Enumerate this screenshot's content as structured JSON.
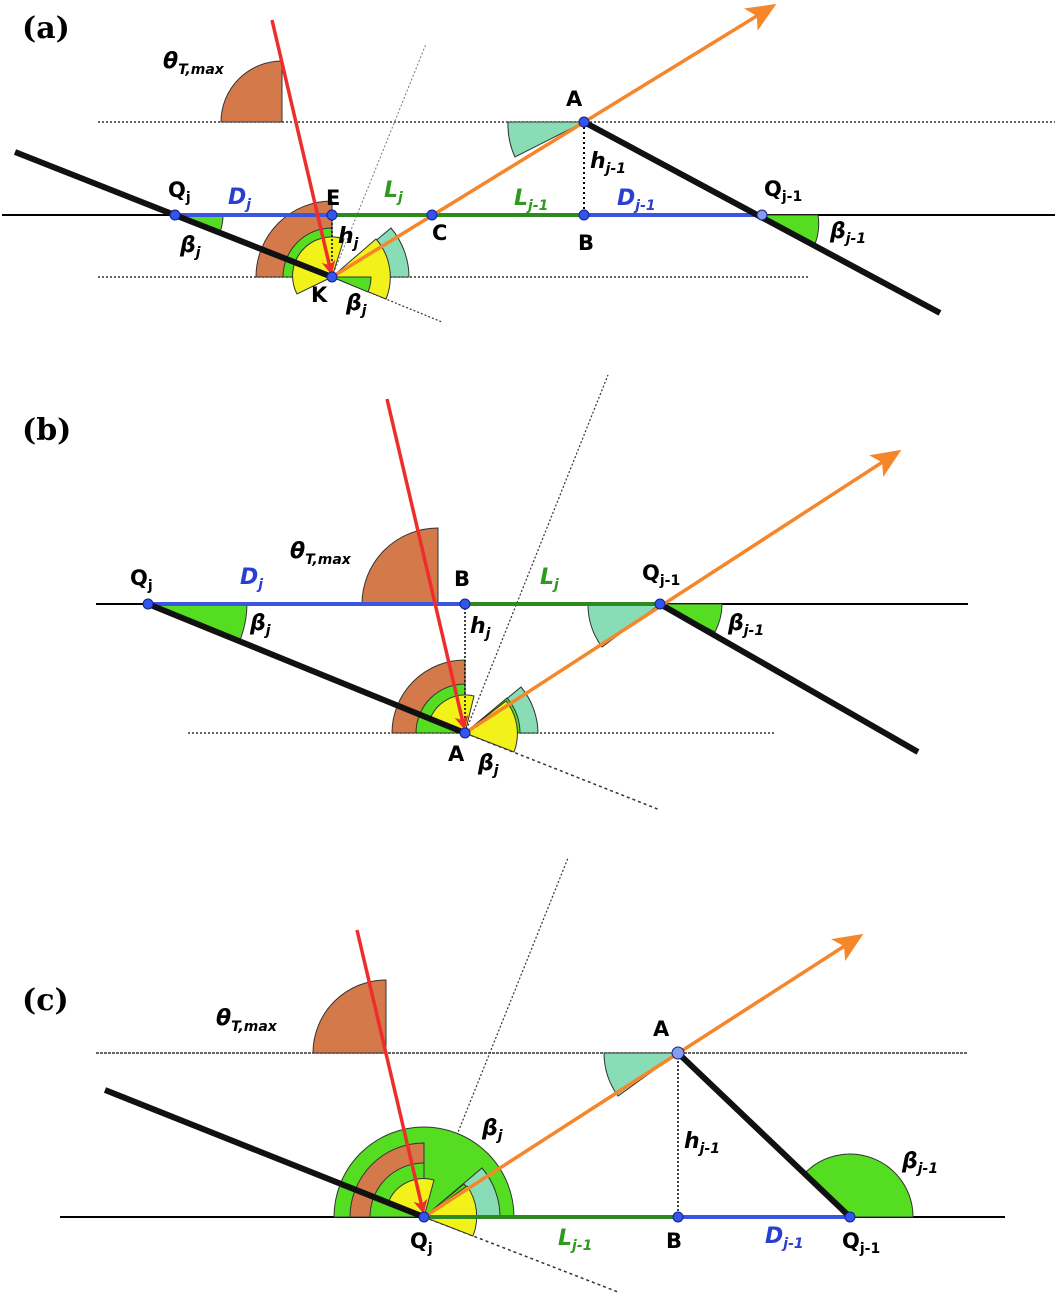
{
  "colors": {
    "incident_ray": "#ee2d2d",
    "transmitted_ray": "#f5862a",
    "facet": "#111111",
    "d_segment": "#3a55e0",
    "l_segment": "#2d8a1f",
    "d_text": "#2a3fd0",
    "l_text": "#2f9a1f",
    "theta_wedge": "#d4794a",
    "beta_wedge": "#55dd22",
    "yellow_wedge": "#f2f21a",
    "teal_wedge": "#88ddb6",
    "point": "#3355ee"
  },
  "panels": [
    {
      "id": "a",
      "label": "(a)",
      "theta_base": "θ",
      "theta_sub": "T,max",
      "points": {
        "qj": {
          "base": "Q",
          "sub": "j"
        },
        "e": {
          "base": "E",
          "sub": ""
        },
        "c": {
          "base": "C",
          "sub": ""
        },
        "b": {
          "base": "B",
          "sub": ""
        },
        "qj1": {
          "base": "Q",
          "sub": "j-1"
        },
        "a": {
          "base": "A",
          "sub": ""
        },
        "k": {
          "base": "K",
          "sub": ""
        }
      },
      "labels": {
        "dj": {
          "base": "D",
          "sub": "j"
        },
        "lj": {
          "base": "L",
          "sub": "j"
        },
        "lj1": {
          "base": "L",
          "sub": "j-1"
        },
        "dj1": {
          "base": "D",
          "sub": "j-1"
        },
        "hj": {
          "base": "h",
          "sub": "j"
        },
        "hj1": {
          "base": "h",
          "sub": "j-1"
        },
        "beta_j": {
          "base": "β",
          "sub": "j"
        },
        "beta_j_low": {
          "base": "β",
          "sub": "j"
        },
        "beta_j1": {
          "base": "β",
          "sub": "j-1"
        }
      }
    },
    {
      "id": "b",
      "label": "(b)",
      "theta_base": "θ",
      "theta_sub": "T,max",
      "points": {
        "qj": {
          "base": "Q",
          "sub": "j"
        },
        "b": {
          "base": "B",
          "sub": ""
        },
        "qj1": {
          "base": "Q",
          "sub": "j-1"
        },
        "a": {
          "base": "A",
          "sub": ""
        }
      },
      "labels": {
        "dj": {
          "base": "D",
          "sub": "j"
        },
        "lj": {
          "base": "L",
          "sub": "j"
        },
        "hj": {
          "base": "h",
          "sub": "j"
        },
        "beta_j": {
          "base": "β",
          "sub": "j"
        },
        "beta_j_low": {
          "base": "β",
          "sub": "j"
        },
        "beta_j1": {
          "base": "β",
          "sub": "j-1"
        }
      }
    },
    {
      "id": "c",
      "label": "(c)",
      "theta_base": "θ",
      "theta_sub": "T,max",
      "points": {
        "a": {
          "base": "A",
          "sub": ""
        },
        "qj": {
          "base": "Q",
          "sub": "j"
        },
        "b": {
          "base": "B",
          "sub": ""
        },
        "qj1": {
          "base": "Q",
          "sub": "j-1"
        }
      },
      "labels": {
        "beta_j": {
          "base": "β",
          "sub": "j"
        },
        "hj1": {
          "base": "h",
          "sub": "j-1"
        },
        "beta_j1": {
          "base": "β",
          "sub": "j-1"
        },
        "lj1": {
          "base": "L",
          "sub": "j-1"
        },
        "dj1": {
          "base": "D",
          "sub": "j-1"
        }
      }
    }
  ]
}
